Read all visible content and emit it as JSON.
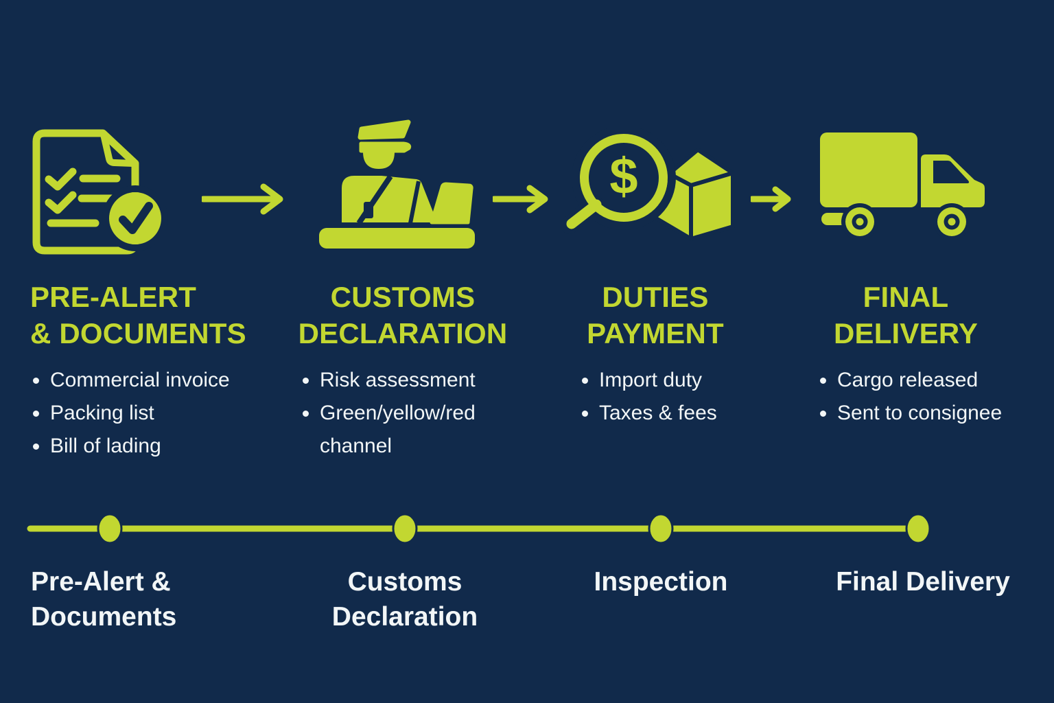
{
  "colors": {
    "background": "#112a4b",
    "accent": "#c2d731",
    "text": "#f2f6f7"
  },
  "stages": [
    {
      "icon": "documents-checklist-icon",
      "title_lines": [
        "PRE-ALERT",
        "& DOCUMENTS"
      ],
      "bullets": [
        "Commercial invoice",
        "Packing list",
        "Bill of lading"
      ]
    },
    {
      "icon": "customs-officer-icon",
      "title_lines": [
        "CUSTOMS",
        "DECLARATION"
      ],
      "bullets": [
        "Risk assessment",
        "Green/yellow/red channel"
      ]
    },
    {
      "icon": "magnifier-dollar-package-icon",
      "title_lines": [
        "DUTIES",
        "PAYMENT"
      ],
      "bullets": [
        "Import duty",
        "Taxes & fees"
      ]
    },
    {
      "icon": "delivery-truck-icon",
      "title_lines": [
        "FINAL",
        "DELIVERY"
      ],
      "bullets": [
        "Cargo released",
        "Sent to consignee"
      ]
    }
  ],
  "connector_icon": "arrow-right-icon",
  "timeline": {
    "milestones": [
      {
        "label_lines": [
          "Pre-Alert &",
          "Documents"
        ]
      },
      {
        "label_lines": [
          "Customs",
          "Declaration"
        ]
      },
      {
        "label_lines": [
          "Inspection"
        ]
      },
      {
        "label_lines": [
          "Final Delivery"
        ]
      }
    ]
  }
}
